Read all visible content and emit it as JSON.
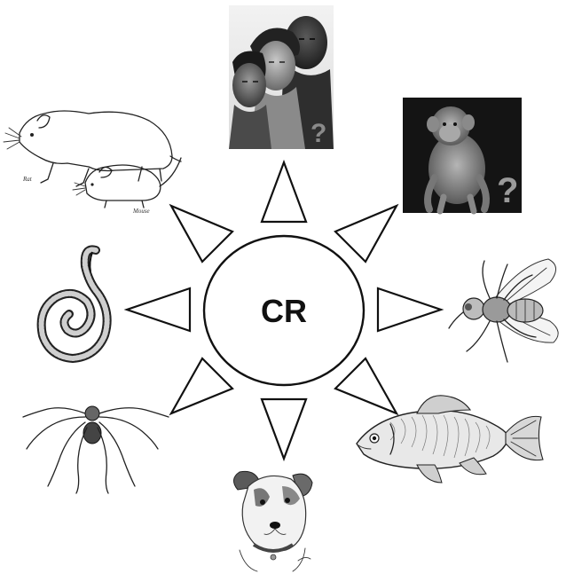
{
  "diagram": {
    "center_label": "CR",
    "rat_label": "Rat",
    "mouse_label": "Mouse",
    "question_mark_humans": "?",
    "question_mark_monkey": "?",
    "organisms": [
      "humans-icon",
      "monkey-icon",
      "fly-icon",
      "fish-icon",
      "dog-icon",
      "spider-icon",
      "worm-icon",
      "rat-mouse-icon"
    ]
  }
}
